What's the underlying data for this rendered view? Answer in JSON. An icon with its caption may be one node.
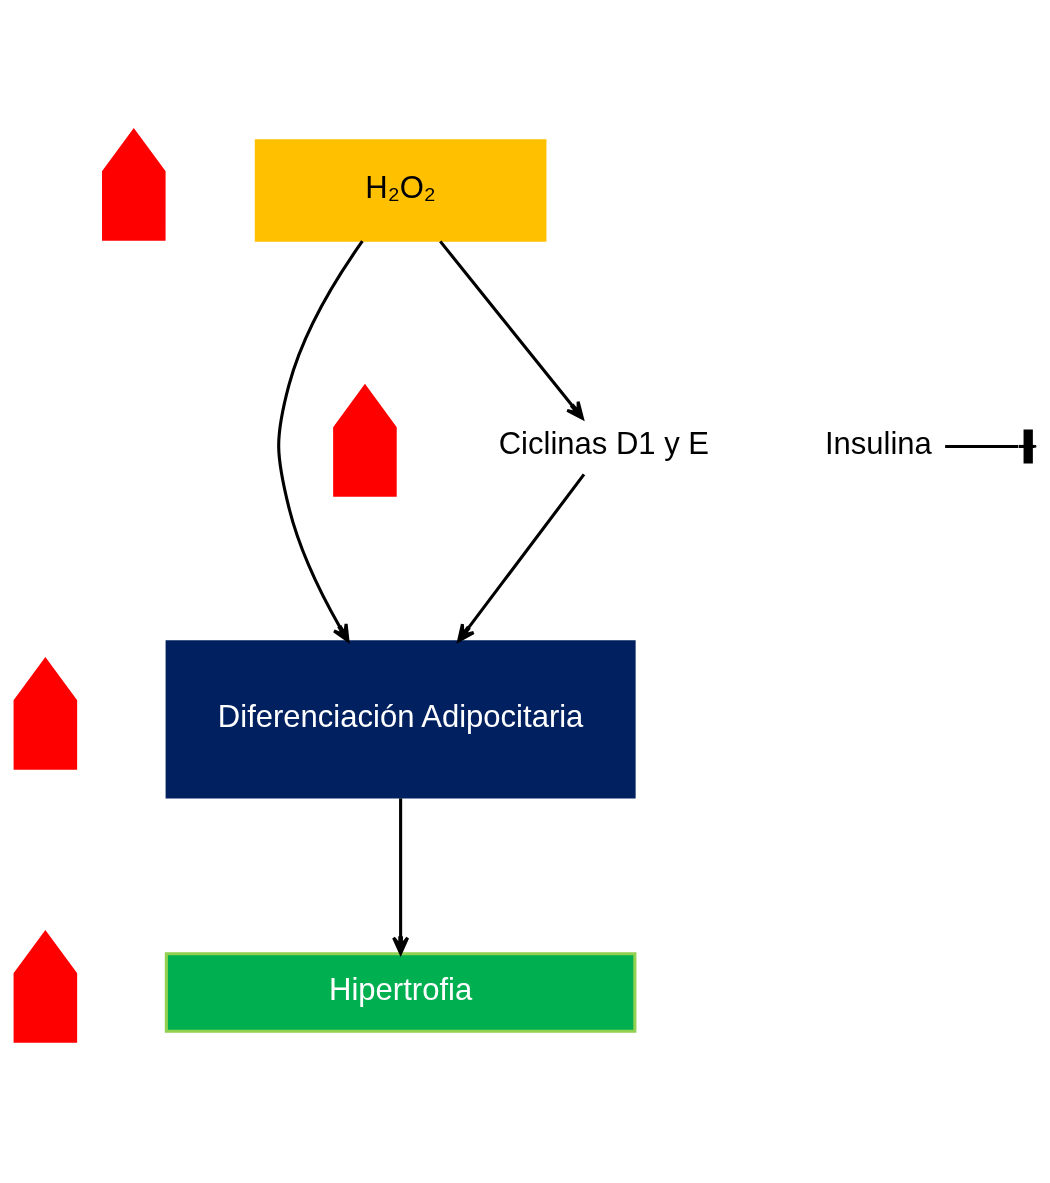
{
  "diagram": {
    "nodes": [
      {
        "text": [
          "H₂O₂"
        ]
      },
      {
        "text": [
          "Insulina"
        ]
      },
      {
        "text": [
          "Ciclinas D1 y E"
        ]
      },
      {
        "text": [
          "Diferenciación Adipocitaria"
        ]
      },
      {
        "text": [
          "Hipertrofia"
        ]
      },
      {
        "text": [],
        "shape": "arrow"
      },
      {
        "text": [],
        "shape": "arrow"
      },
      {
        "text": [],
        "shape": "arrow"
      },
      {
        "text": [],
        "shape": "arrow"
      }
    ],
    "edges": [
      {
        "from": 0,
        "to": 3,
        "arrow": "to"
      },
      {
        "from": 1,
        "to": null,
        "arrow": "other"
      },
      {
        "from": 0,
        "to": 2,
        "arrow": "to"
      },
      {
        "from": 2,
        "to": 3,
        "arrow": "to"
      },
      {
        "from": 3,
        "to": 4,
        "arrow": "to"
      }
    ]
  }
}
